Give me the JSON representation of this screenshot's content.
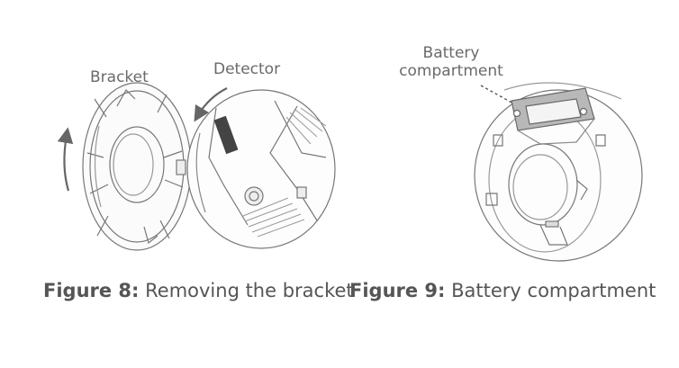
{
  "figure8": {
    "label_bracket": "Bracket",
    "label_detector": "Detector",
    "caption_number": "Figure 8:",
    "caption_text": " Removing the bracket"
  },
  "figure9": {
    "label_battery": "Battery compartment",
    "caption_number": "Figure 9:",
    "caption_text": " Battery compartment"
  }
}
